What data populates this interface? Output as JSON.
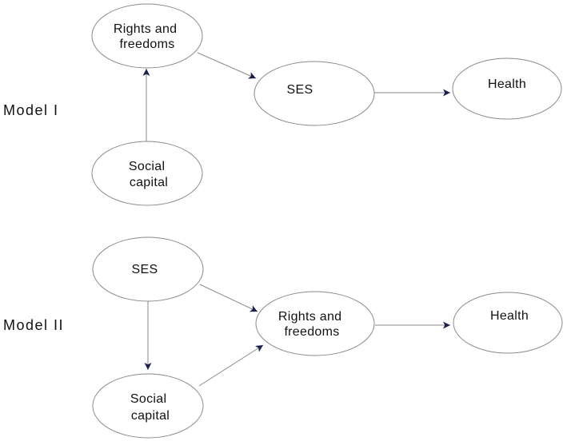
{
  "models": [
    {
      "label": "Model I",
      "nodes": {
        "rights": [
          "Rights and",
          "freedoms"
        ],
        "ses": [
          "SES"
        ],
        "health": [
          "Health"
        ],
        "social": [
          "Social",
          "capital"
        ]
      },
      "edges": [
        {
          "from": "social",
          "to": "rights"
        },
        {
          "from": "rights",
          "to": "ses"
        },
        {
          "from": "ses",
          "to": "health"
        }
      ]
    },
    {
      "label": "Model II",
      "nodes": {
        "ses": [
          "SES"
        ],
        "rights": [
          "Rights and",
          "freedoms"
        ],
        "health": [
          "Health"
        ],
        "social": [
          "Social",
          "capital"
        ]
      },
      "edges": [
        {
          "from": "ses",
          "to": "rights"
        },
        {
          "from": "ses",
          "to": "social"
        },
        {
          "from": "social",
          "to": "rights"
        },
        {
          "from": "rights",
          "to": "health"
        }
      ]
    }
  ],
  "colors": {
    "node_stroke": "#8a8a8a",
    "edge": "#8a8a8a",
    "arrowhead": "#1a1f4d",
    "text": "#111111"
  }
}
